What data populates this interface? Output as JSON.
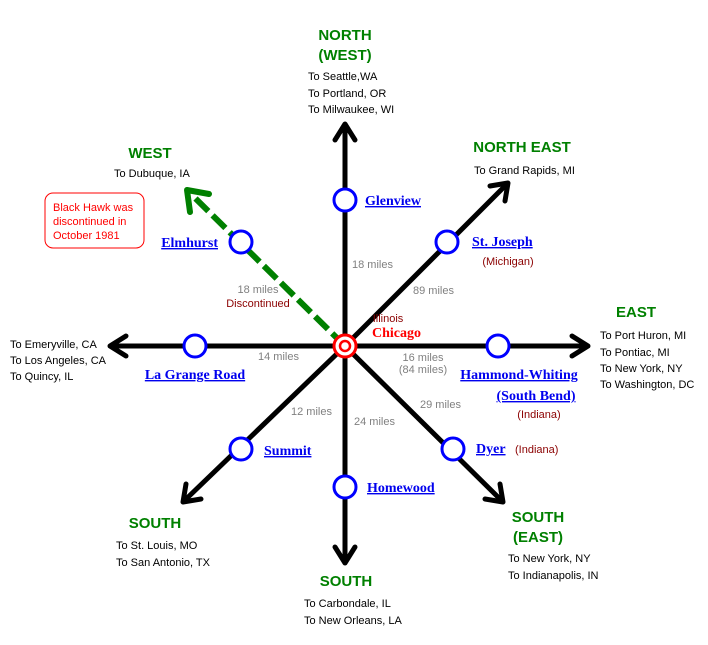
{
  "directions": {
    "north": {
      "label1": "NORTH",
      "label2": "(WEST)",
      "dest": [
        "To Seattle,WA",
        "To Portland, OR",
        "To Milwaukee, WI"
      ]
    },
    "northeast": {
      "label": "NORTH EAST",
      "dest": [
        "To Grand Rapids, MI"
      ]
    },
    "east": {
      "label": "EAST",
      "dest": [
        "To Port Huron, MI",
        "To Pontiac, MI",
        "To New York, NY",
        "To Washington, DC"
      ]
    },
    "southeast": {
      "label1": "SOUTH",
      "label2": "(EAST)",
      "dest": [
        "To New York, NY",
        "To Indianapolis, IN"
      ]
    },
    "south": {
      "label": "SOUTH",
      "dest": [
        "To Carbondale, IL",
        "To New Orleans, LA"
      ]
    },
    "southwest": {
      "label": "SOUTH",
      "dest": [
        "To St. Louis, MO",
        "To San Antonio, TX"
      ]
    },
    "west": {
      "dest": [
        "To Emeryville, CA",
        "To Los Angeles, CA",
        "To Quincy, IL"
      ]
    },
    "northwest": {
      "label": "WEST",
      "dest": [
        "To Dubuque, IA"
      ]
    }
  },
  "stations": {
    "glenview": "Glenview",
    "st_joseph": "St. Joseph",
    "st_joseph_state": "(Michigan)",
    "hammond1": "Hammond-Whiting",
    "hammond2": "(South Bend)",
    "hammond_state": "(Indiana)",
    "dyer": "Dyer",
    "dyer_state": "(Indiana)",
    "homewood": "Homewood",
    "summit": "Summit",
    "la_grange": "La Grange Road",
    "elmhurst": "Elmhurst"
  },
  "distances": {
    "north": "18 miles",
    "northeast": "89 miles",
    "east": "16 miles",
    "east_alt": "(84 miles)",
    "southeast": "29 miles",
    "south": "24 miles",
    "southwest": "12 miles",
    "west": "14 miles",
    "northwest": "18 miles",
    "northwest_status": "Discontinued"
  },
  "center": {
    "state": "Illinois",
    "city": "Chicago"
  },
  "note": [
    "Black Hawk was",
    "discontinued in",
    "October 1981"
  ],
  "colors": {
    "direction": "#008000",
    "station": "#0000ff",
    "center": "#ff0000",
    "discontinued_line": "#008000"
  }
}
